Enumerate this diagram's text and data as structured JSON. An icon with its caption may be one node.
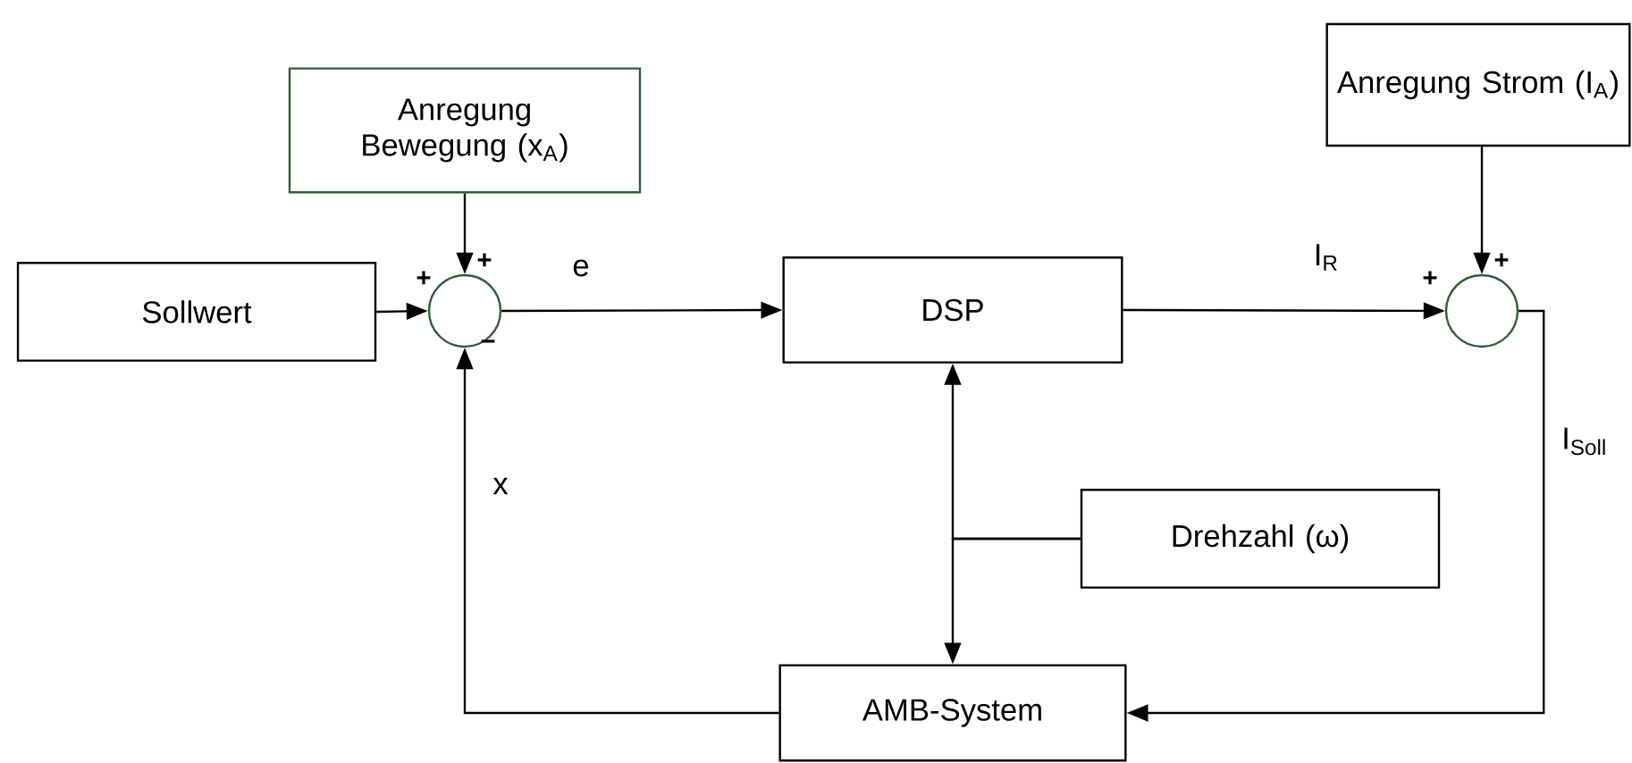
{
  "diagram": {
    "nodes": [
      {
        "text": [
          "Sollwert"
        ]
      },
      {
        "text": [
          "Anregung Bewegung (x$_{A}$)"
        ]
      },
      {
        "text": [],
        "shape": "circle"
      },
      {
        "text": [
          "DSP"
        ]
      },
      {
        "text": [],
        "shape": "circle"
      },
      {
        "text": [
          "Anregung Strom (I$_{A}$)"
        ]
      },
      {
        "text": [
          "Drehzahl (ω)"
        ]
      },
      {
        "text": [
          "AMB-System"
        ]
      }
    ],
    "edges": [
      {
        "from": 0,
        "to": 2,
        "arrow": "to"
      },
      {
        "from": 1,
        "to": 2,
        "arrow": "to"
      },
      {
        "from": 2,
        "to": 3,
        "arrow": "to",
        "label": "e"
      },
      {
        "from": 3,
        "to": 4,
        "arrow": "to",
        "label": "I$_{R}$"
      },
      {
        "from": 5,
        "to": 4,
        "arrow": "to"
      },
      {
        "from": 4,
        "to": 7,
        "arrow": "to",
        "label": "I$_{Soll}$"
      },
      {
        "from": 7,
        "to": 2,
        "arrow": "to",
        "label": "x"
      },
      {
        "from": 6,
        "to": 3,
        "arrow": "to"
      },
      {
        "from": 6,
        "to": 7,
        "arrow": "to"
      }
    ],
    "labels": [
      "+",
      "+",
      "−",
      "+",
      "+"
    ]
  }
}
